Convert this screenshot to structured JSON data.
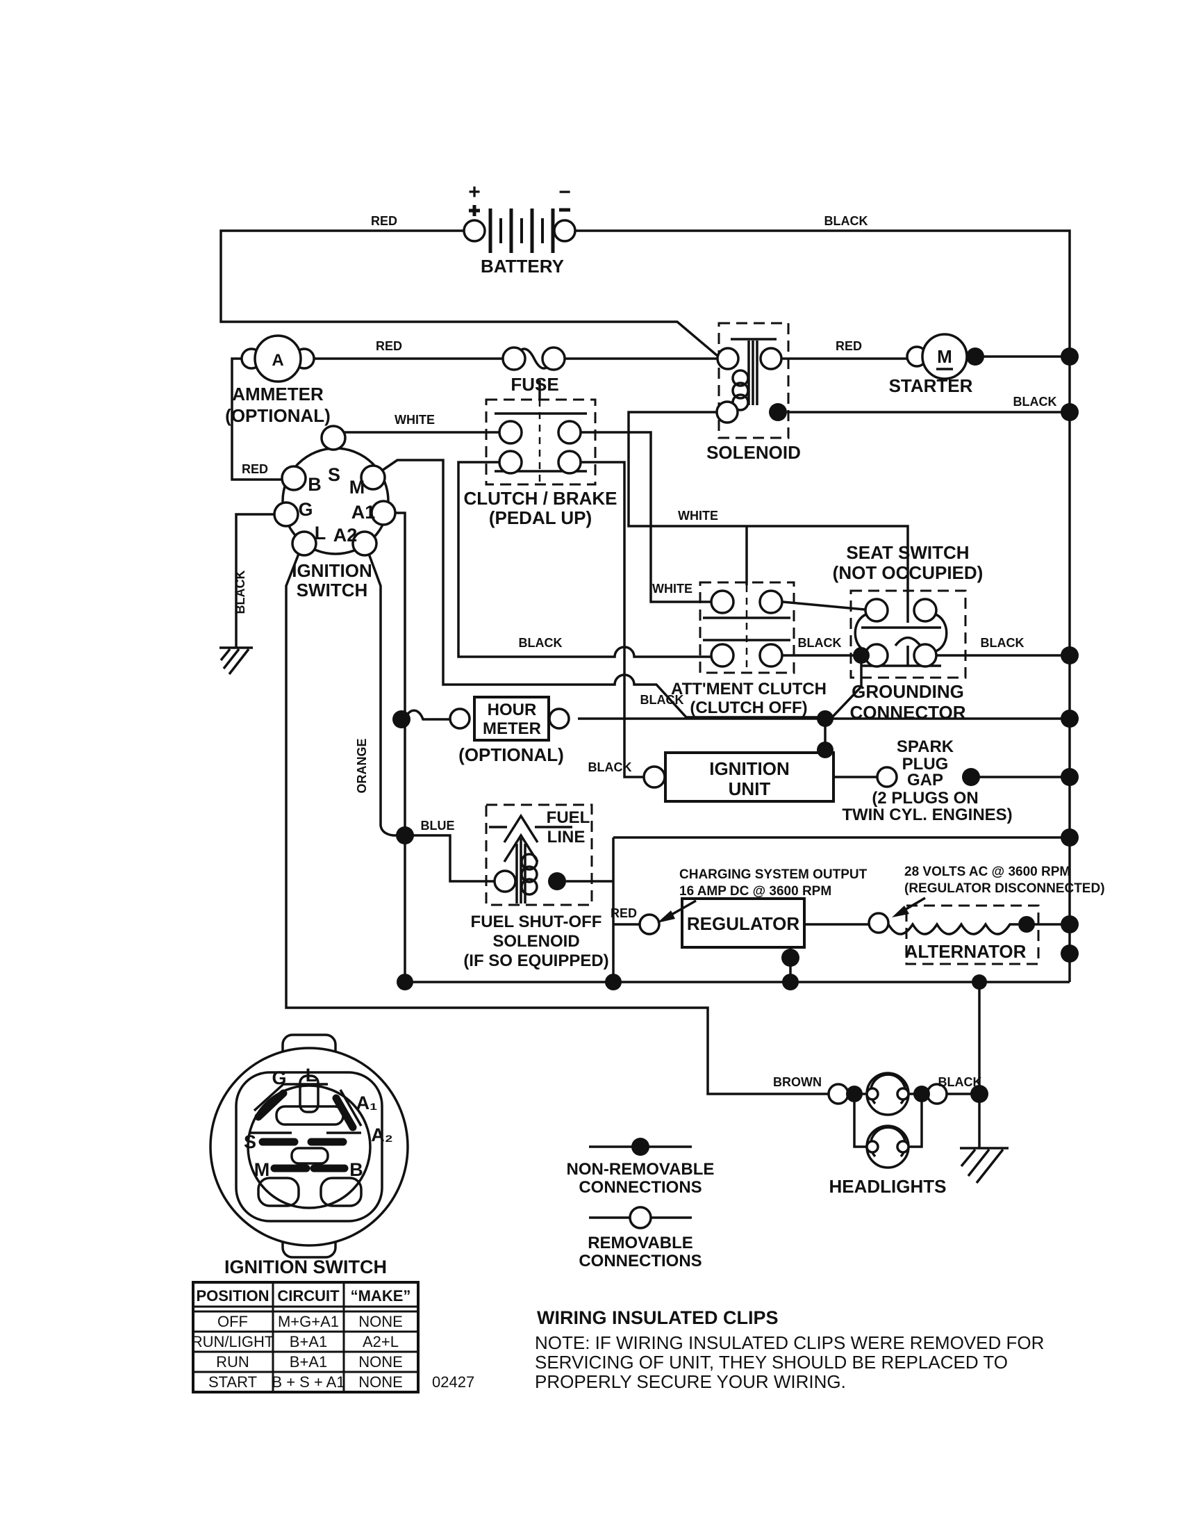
{
  "labels": {
    "red_battery": "RED",
    "black_battery": "BLACK",
    "battery": "BATTERY",
    "plus": "+",
    "minus": "−",
    "ammeter_a": "A",
    "ammeter": "AMMETER",
    "ammeter_optional": "(OPTIONAL)",
    "red_fuse": "RED",
    "fuse": "FUSE",
    "solenoid": "SOLENOID",
    "red_starter": "RED",
    "starter_m": "M",
    "starter": "STARTER",
    "black_solenoid": "BLACK",
    "white_clutch": "WHITE",
    "term_s": "S",
    "term_b": "B",
    "term_m": "M",
    "term_g": "G",
    "term_a1": "A1",
    "term_l": "L",
    "term_a2": "A2",
    "red_ignition": "RED",
    "ignition_line1": "IGNITION",
    "ignition_line2": "SWITCH",
    "black_ground": "BLACK",
    "clutch_line1": "CLUTCH / BRAKE",
    "clutch_line2": "(PEDAL UP)",
    "white_solenoid": "WHITE",
    "white_attment": "WHITE",
    "seat_line1": "SEAT SWITCH",
    "seat_line2": "(NOT OCCUPIED)",
    "black_clutch1": "BLACK",
    "black_clutch2": "BLACK",
    "attment_line1": "ATT'MENT CLUTCH",
    "attment_line2": "(CLUTCH OFF)",
    "black_attment": "BLACK",
    "black_seat": "BLACK",
    "grounding_line1": "GROUNDING",
    "grounding_line2": "CONNECTOR",
    "hour_line1": "HOUR",
    "hour_line2": "METER",
    "hour_optional": "(OPTIONAL)",
    "orange": "ORANGE",
    "blue": "BLUE",
    "black_ignition_unit": "BLACK",
    "unit_line1": "IGNITION",
    "unit_line2": "UNIT",
    "spark_line1": "SPARK",
    "spark_line2": "PLUG",
    "spark_line3": "GAP",
    "spark_line4": "(2 PLUGS ON",
    "spark_line5": "TWIN CYL. ENGINES)",
    "fuel_line1": "FUEL",
    "fuel_line2": "LINE",
    "fuel_shutoff_line1": "FUEL SHUT-OFF",
    "fuel_shutoff_line2": "SOLENOID",
    "fuel_shutoff_line3": "(IF SO EQUIPPED)",
    "charging_line1": "CHARGING SYSTEM OUTPUT",
    "charging_line2": "16 AMP DC @ 3600 RPM",
    "red_regulator": "RED",
    "regulator": "REGULATOR",
    "volts_line1": "28 VOLTS AC @ 3600 RPM",
    "volts_line2": "(REGULATOR DISCONNECTED)",
    "alternator": "ALTERNATOR",
    "brown": "BROWN",
    "black_headlights": "BLACK",
    "headlights": "HEADLIGHTS"
  },
  "legend": {
    "nonremovable_line1": "NON-REMOVABLE",
    "nonremovable_line2": "CONNECTIONS",
    "removable_line1": "REMOVABLE",
    "removable_line2": "CONNECTIONS"
  },
  "detail": {
    "title": "IGNITION SWITCH",
    "term_g": "G",
    "term_l": "L",
    "term_a1": "A₁",
    "term_a2": "A₂",
    "term_s": "S",
    "term_m": "M",
    "term_b": "B"
  },
  "table": {
    "headers": {
      "position": "POSITION",
      "circuit": "CIRCUIT",
      "make": "“MAKE”"
    },
    "rows": [
      {
        "position": "OFF",
        "circuit": "M+G+A1",
        "make": "NONE"
      },
      {
        "position": "RUN/LIGHT",
        "circuit": "B+A1",
        "make": "A2+L"
      },
      {
        "position": "RUN",
        "circuit": "B+A1",
        "make": "NONE"
      },
      {
        "position": "START",
        "circuit": "B + S + A1",
        "make": "NONE"
      }
    ],
    "code": "02427"
  },
  "note": {
    "title": "WIRING INSULATED CLIPS",
    "line1": "NOTE: IF WIRING INSULATED CLIPS WERE REMOVED FOR",
    "line2": "SERVICING OF UNIT, THEY SHOULD BE REPLACED TO",
    "line3": "PROPERLY SECURE YOUR WIRING."
  }
}
